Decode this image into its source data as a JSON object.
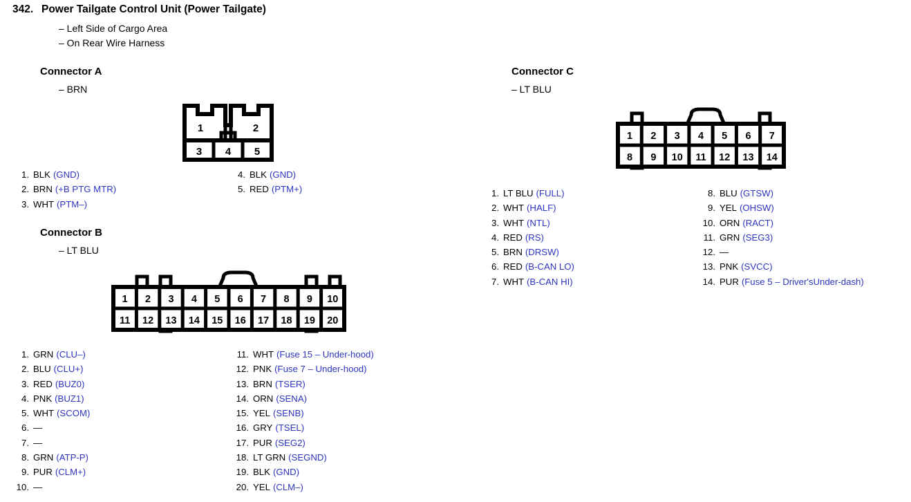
{
  "section": {
    "number": "342.",
    "title": "Power Tailgate Control Unit (Power Tailgate)",
    "location_1": "– Left Side of Cargo Area",
    "location_2": "– On Rear Wire Harness"
  },
  "colors": {
    "signal_blue": "#2d34c0",
    "text_black": "#000000",
    "outline": "#000000"
  },
  "connectors": [
    {
      "id": "a",
      "heading": "Connector A",
      "color_label": "– BRN",
      "pin_count": 5,
      "layout": "2-top-3-bottom",
      "top_row": [
        "1",
        "2"
      ],
      "bottom_row": [
        "3",
        "4",
        "5"
      ],
      "pins_left": [
        {
          "index": "1.",
          "wire": "BLK",
          "signal": "(GND)"
        },
        {
          "index": "2.",
          "wire": "BRN",
          "signal": "(+B PTG MTR)"
        },
        {
          "index": "3.",
          "wire": "WHT",
          "signal": "(PTM–)"
        }
      ],
      "pins_right": [
        {
          "index": "4.",
          "wire": "BLK",
          "signal": "(GND)"
        },
        {
          "index": "5.",
          "wire": "RED",
          "signal": "(PTM+)"
        }
      ]
    },
    {
      "id": "b",
      "heading": "Connector B",
      "color_label": "– LT BLU",
      "pin_count": 20,
      "layout": "2x10",
      "top_row": [
        "1",
        "2",
        "3",
        "4",
        "5",
        "6",
        "7",
        "8",
        "9",
        "10"
      ],
      "bottom_row": [
        "11",
        "12",
        "13",
        "14",
        "15",
        "16",
        "17",
        "18",
        "19",
        "20"
      ],
      "pins_left": [
        {
          "index": "1.",
          "wire": "GRN",
          "signal": "(CLU–)"
        },
        {
          "index": "2.",
          "wire": "BLU",
          "signal": "(CLU+)"
        },
        {
          "index": "3.",
          "wire": "RED",
          "signal": "(BUZ0)"
        },
        {
          "index": "4.",
          "wire": "PNK",
          "signal": "(BUZ1)"
        },
        {
          "index": "5.",
          "wire": "WHT",
          "signal": "(SCOM)"
        },
        {
          "index": "6.",
          "wire": "—",
          "signal": ""
        },
        {
          "index": "7.",
          "wire": "—",
          "signal": ""
        },
        {
          "index": "8.",
          "wire": "GRN",
          "signal": "(ATP-P)"
        },
        {
          "index": "9.",
          "wire": "PUR",
          "signal": "(CLM+)"
        },
        {
          "index": "10.",
          "wire": "—",
          "signal": ""
        }
      ],
      "pins_right": [
        {
          "index": "11.",
          "wire": "WHT",
          "signal": "(Fuse 15 – Under-hood)"
        },
        {
          "index": "12.",
          "wire": "PNK",
          "signal": "(Fuse 7 – Under-hood)"
        },
        {
          "index": "13.",
          "wire": "BRN",
          "signal": "(TSER)"
        },
        {
          "index": "14.",
          "wire": "ORN",
          "signal": "(SENA)"
        },
        {
          "index": "15.",
          "wire": "YEL",
          "signal": "(SENB)"
        },
        {
          "index": "16.",
          "wire": "GRY",
          "signal": "(TSEL)"
        },
        {
          "index": "17.",
          "wire": "PUR",
          "signal": "(SEG2)"
        },
        {
          "index": "18.",
          "wire": "LT GRN",
          "signal": "(SEGND)"
        },
        {
          "index": "19.",
          "wire": "BLK",
          "signal": "(GND)"
        },
        {
          "index": "20.",
          "wire": "YEL",
          "signal": "(CLM–)"
        }
      ]
    },
    {
      "id": "c",
      "heading": "Connector C",
      "color_label": "– LT BLU",
      "pin_count": 14,
      "layout": "2x7",
      "top_row": [
        "1",
        "2",
        "3",
        "4",
        "5",
        "6",
        "7"
      ],
      "bottom_row": [
        "8",
        "9",
        "10",
        "11",
        "12",
        "13",
        "14"
      ],
      "pins_left": [
        {
          "index": "1.",
          "wire": "LT BLU",
          "signal": "(FULL)"
        },
        {
          "index": "2.",
          "wire": "WHT",
          "signal": "(HALF)"
        },
        {
          "index": "3.",
          "wire": "WHT",
          "signal": "(NTL)"
        },
        {
          "index": "4.",
          "wire": "RED",
          "signal": "(RS)"
        },
        {
          "index": "5.",
          "wire": "BRN",
          "signal": "(DRSW)"
        },
        {
          "index": "6.",
          "wire": "RED",
          "signal": "(B-CAN LO)"
        },
        {
          "index": "7.",
          "wire": "WHT",
          "signal": "(B-CAN HI)"
        }
      ],
      "pins_right": [
        {
          "index": "8.",
          "wire": "BLU",
          "signal": "(GTSW)"
        },
        {
          "index": "9.",
          "wire": "YEL",
          "signal": "(OHSW)"
        },
        {
          "index": "10.",
          "wire": "ORN",
          "signal": "(RACT)"
        },
        {
          "index": "11.",
          "wire": "GRN",
          "signal": "(SEG3)"
        },
        {
          "index": "12.",
          "wire": "—",
          "signal": ""
        },
        {
          "index": "13.",
          "wire": "PNK",
          "signal": "(SVCC)"
        },
        {
          "index": "14.",
          "wire": "PUR",
          "signal": "(Fuse 5 – Driver'sUnder-dash)"
        }
      ]
    }
  ]
}
